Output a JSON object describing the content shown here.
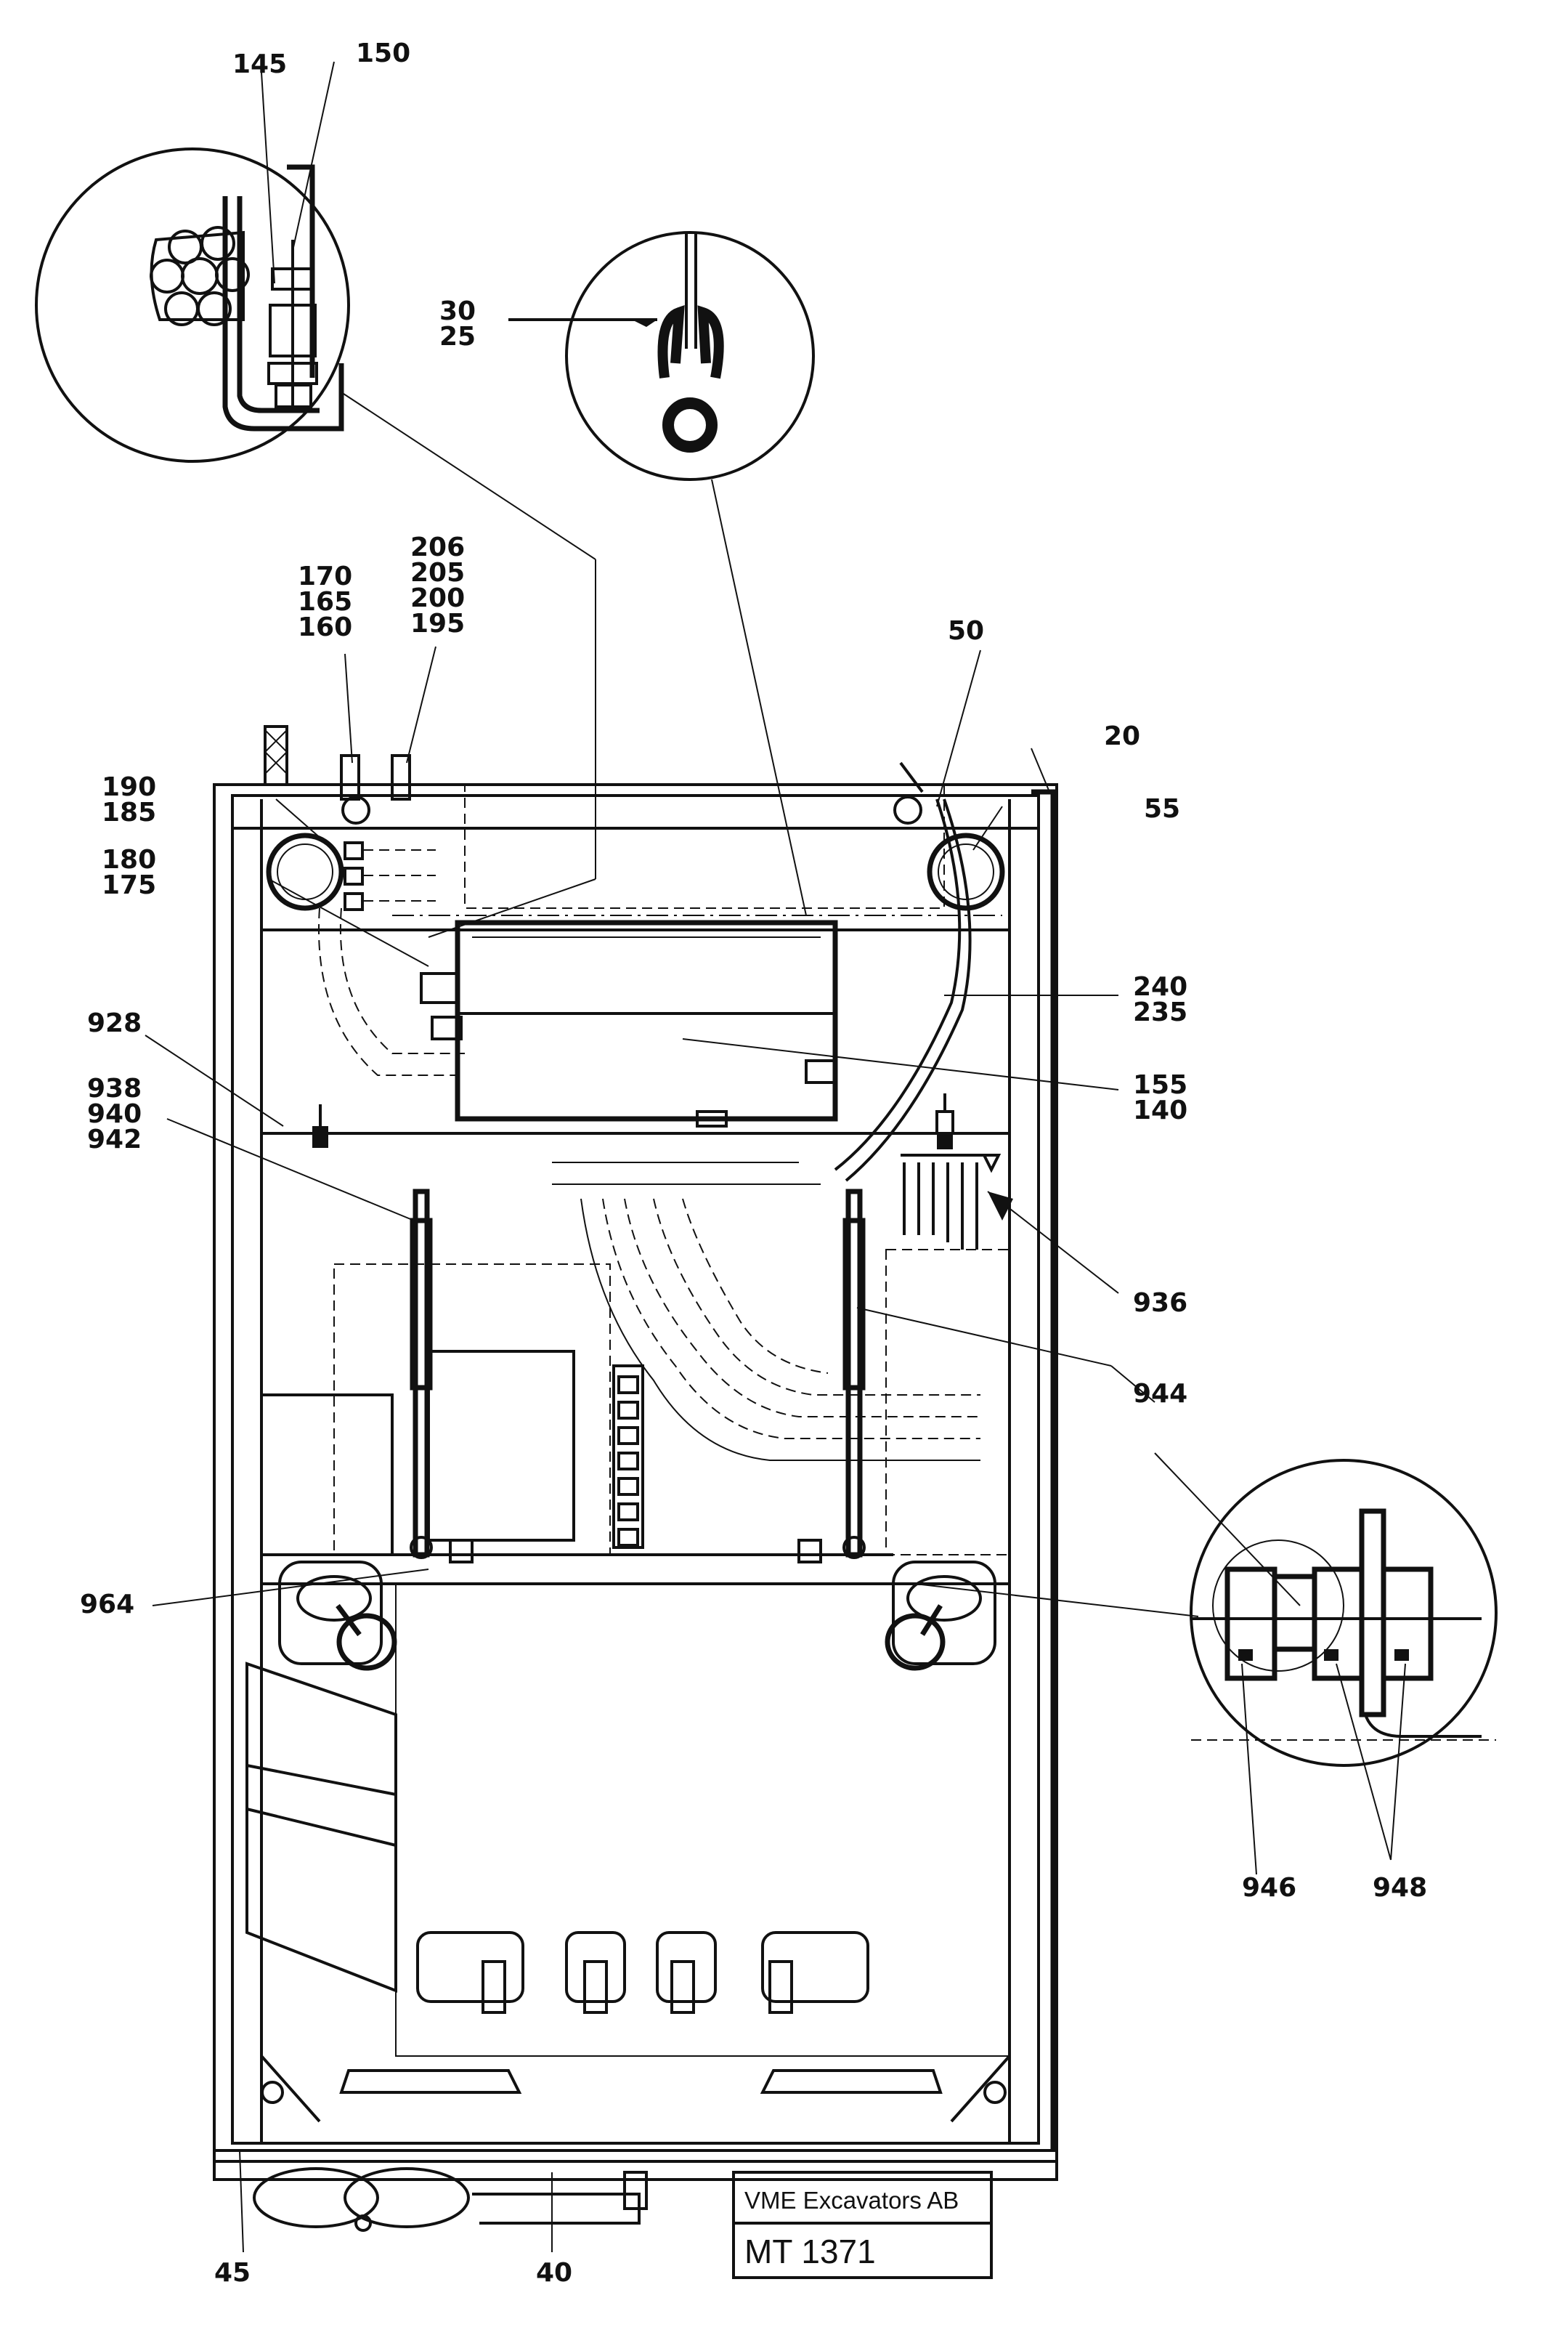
{
  "callouts": {
    "c145": "145",
    "c150": "150",
    "c30": "30",
    "c25": "25",
    "c206": "206",
    "c205": "205",
    "c200": "200",
    "c195": "195",
    "c170": "170",
    "c165": "165",
    "c160": "160",
    "c50": "50",
    "c20": "20",
    "c190": "190",
    "c185": "185",
    "c55": "55",
    "c180": "180",
    "c175": "175",
    "c240": "240",
    "c235": "235",
    "c928": "928",
    "c155": "155",
    "c140": "140",
    "c938": "938",
    "c940": "940",
    "c942": "942",
    "c936": "936",
    "c944": "944",
    "c964": "964",
    "c946": "946",
    "c948": "948",
    "c45": "45",
    "c40": "40"
  },
  "title_block": {
    "company": "VME Excavators AB",
    "drawing_number": "MT 1371"
  }
}
